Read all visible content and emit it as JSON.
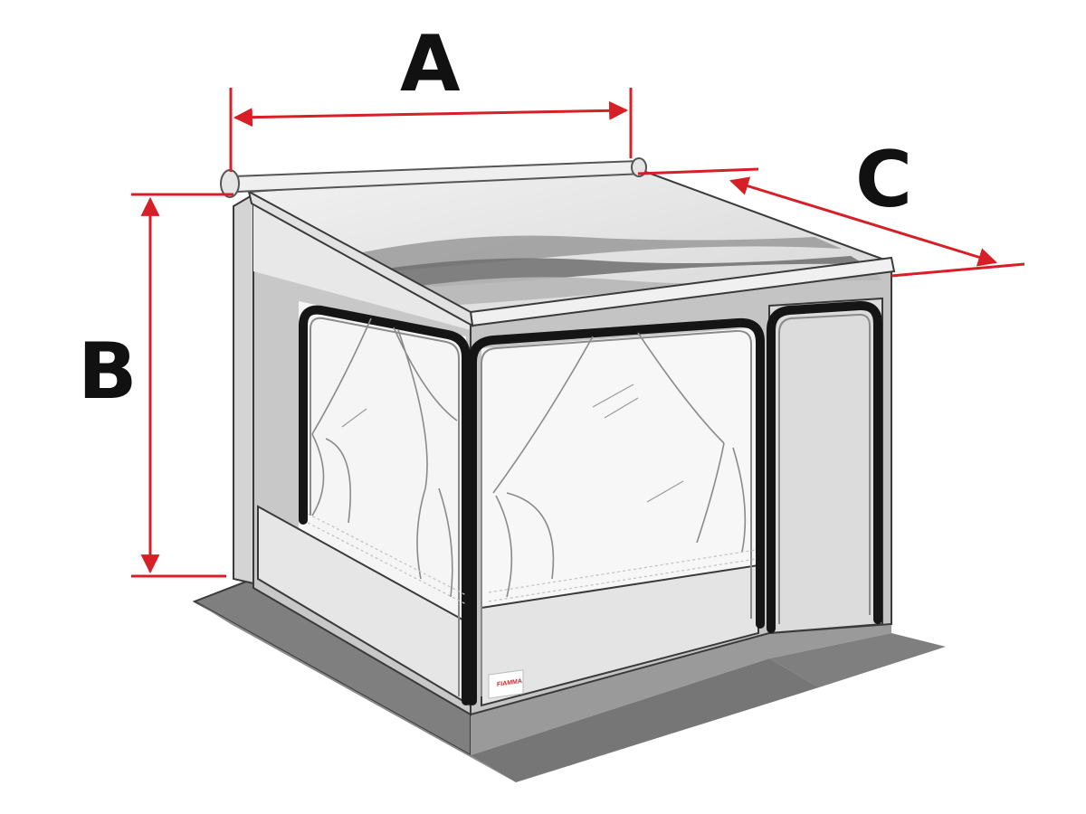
{
  "dimensions": {
    "width": {
      "letter": "A",
      "icon": "double-arrow-horizontal"
    },
    "height": {
      "letter": "B",
      "icon": "double-arrow-vertical"
    },
    "depth": {
      "letter": "C",
      "icon": "double-arrow-diagonal"
    }
  },
  "brand": {
    "name": "FIAMMA"
  },
  "colors": {
    "dimension_lines": "#d61f26",
    "panel_light": "#ececec",
    "panel_mid": "#b8b8b8",
    "frame_dark": "#151515",
    "floor": "#7d7d7d"
  }
}
